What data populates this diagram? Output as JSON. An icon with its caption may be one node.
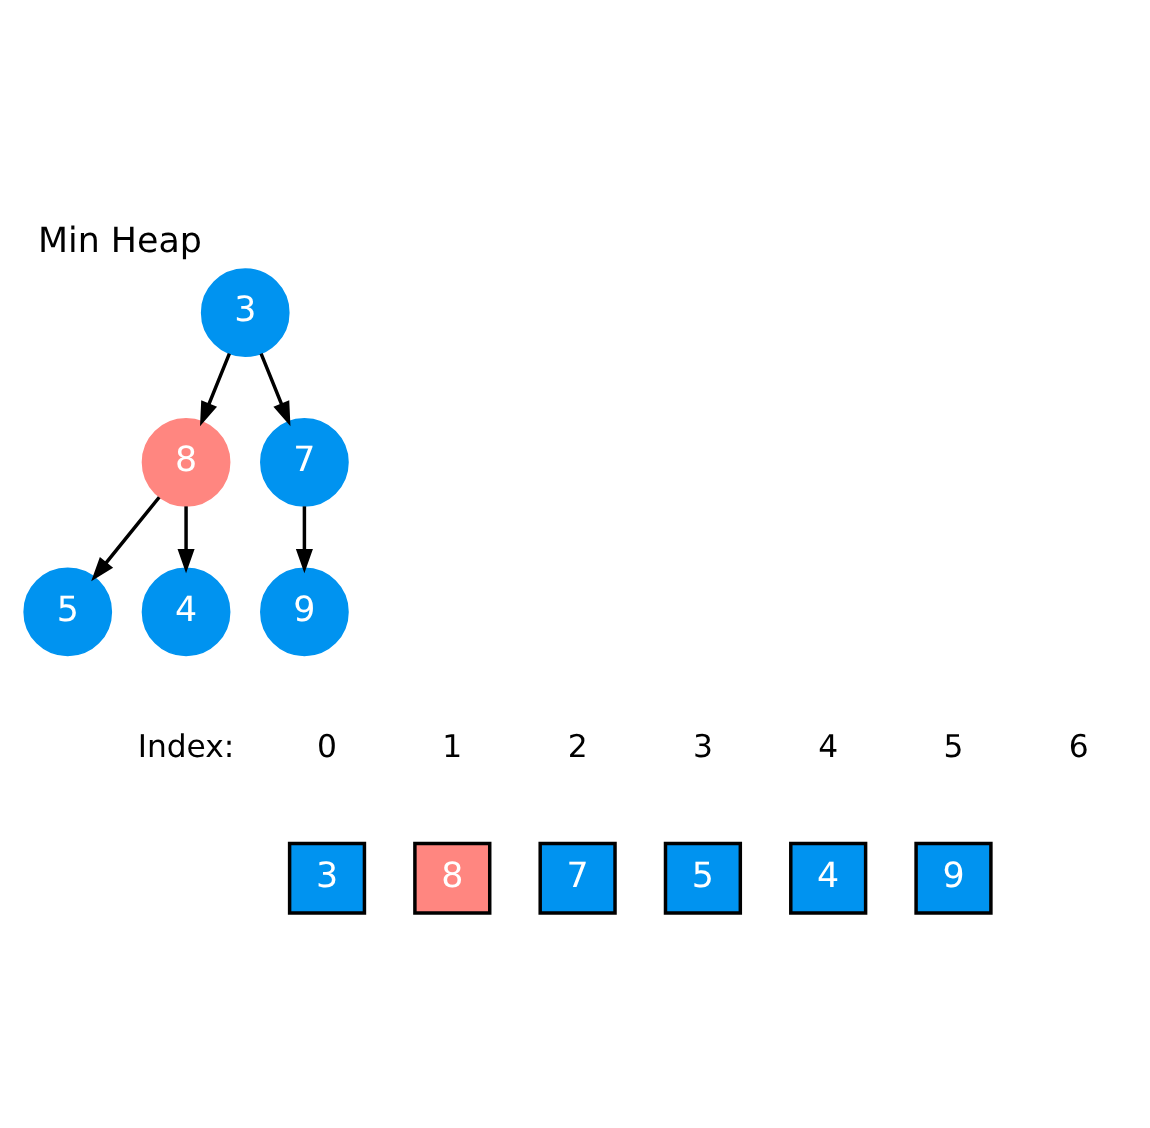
{
  "diagram": {
    "title": "Min Heap",
    "nodes": [
      {
        "text": [
          "3"
        ]
      },
      {
        "text": [
          "8"
        ]
      },
      {
        "text": [
          "7"
        ]
      },
      {
        "text": [
          "5"
        ]
      },
      {
        "text": [
          "4"
        ]
      },
      {
        "text": [
          "9"
        ]
      },
      {
        "text": [
          "3"
        ]
      },
      {
        "text": [
          "8"
        ]
      },
      {
        "text": [
          "7"
        ]
      },
      {
        "text": [
          "5"
        ]
      },
      {
        "text": [
          "4"
        ]
      },
      {
        "text": [
          "9"
        ]
      }
    ],
    "edges": [
      {
        "from": 0,
        "to": 1,
        "arrow": "to"
      },
      {
        "from": 0,
        "to": 2,
        "arrow": "to"
      },
      {
        "from": 1,
        "to": 3,
        "arrow": "to"
      },
      {
        "from": 1,
        "to": 4,
        "arrow": "to"
      },
      {
        "from": 2,
        "to": 5,
        "arrow": "to"
      }
    ],
    "labels": [
      "Index:",
      "0",
      "1",
      "2",
      "3",
      "4",
      "5",
      "6"
    ]
  }
}
